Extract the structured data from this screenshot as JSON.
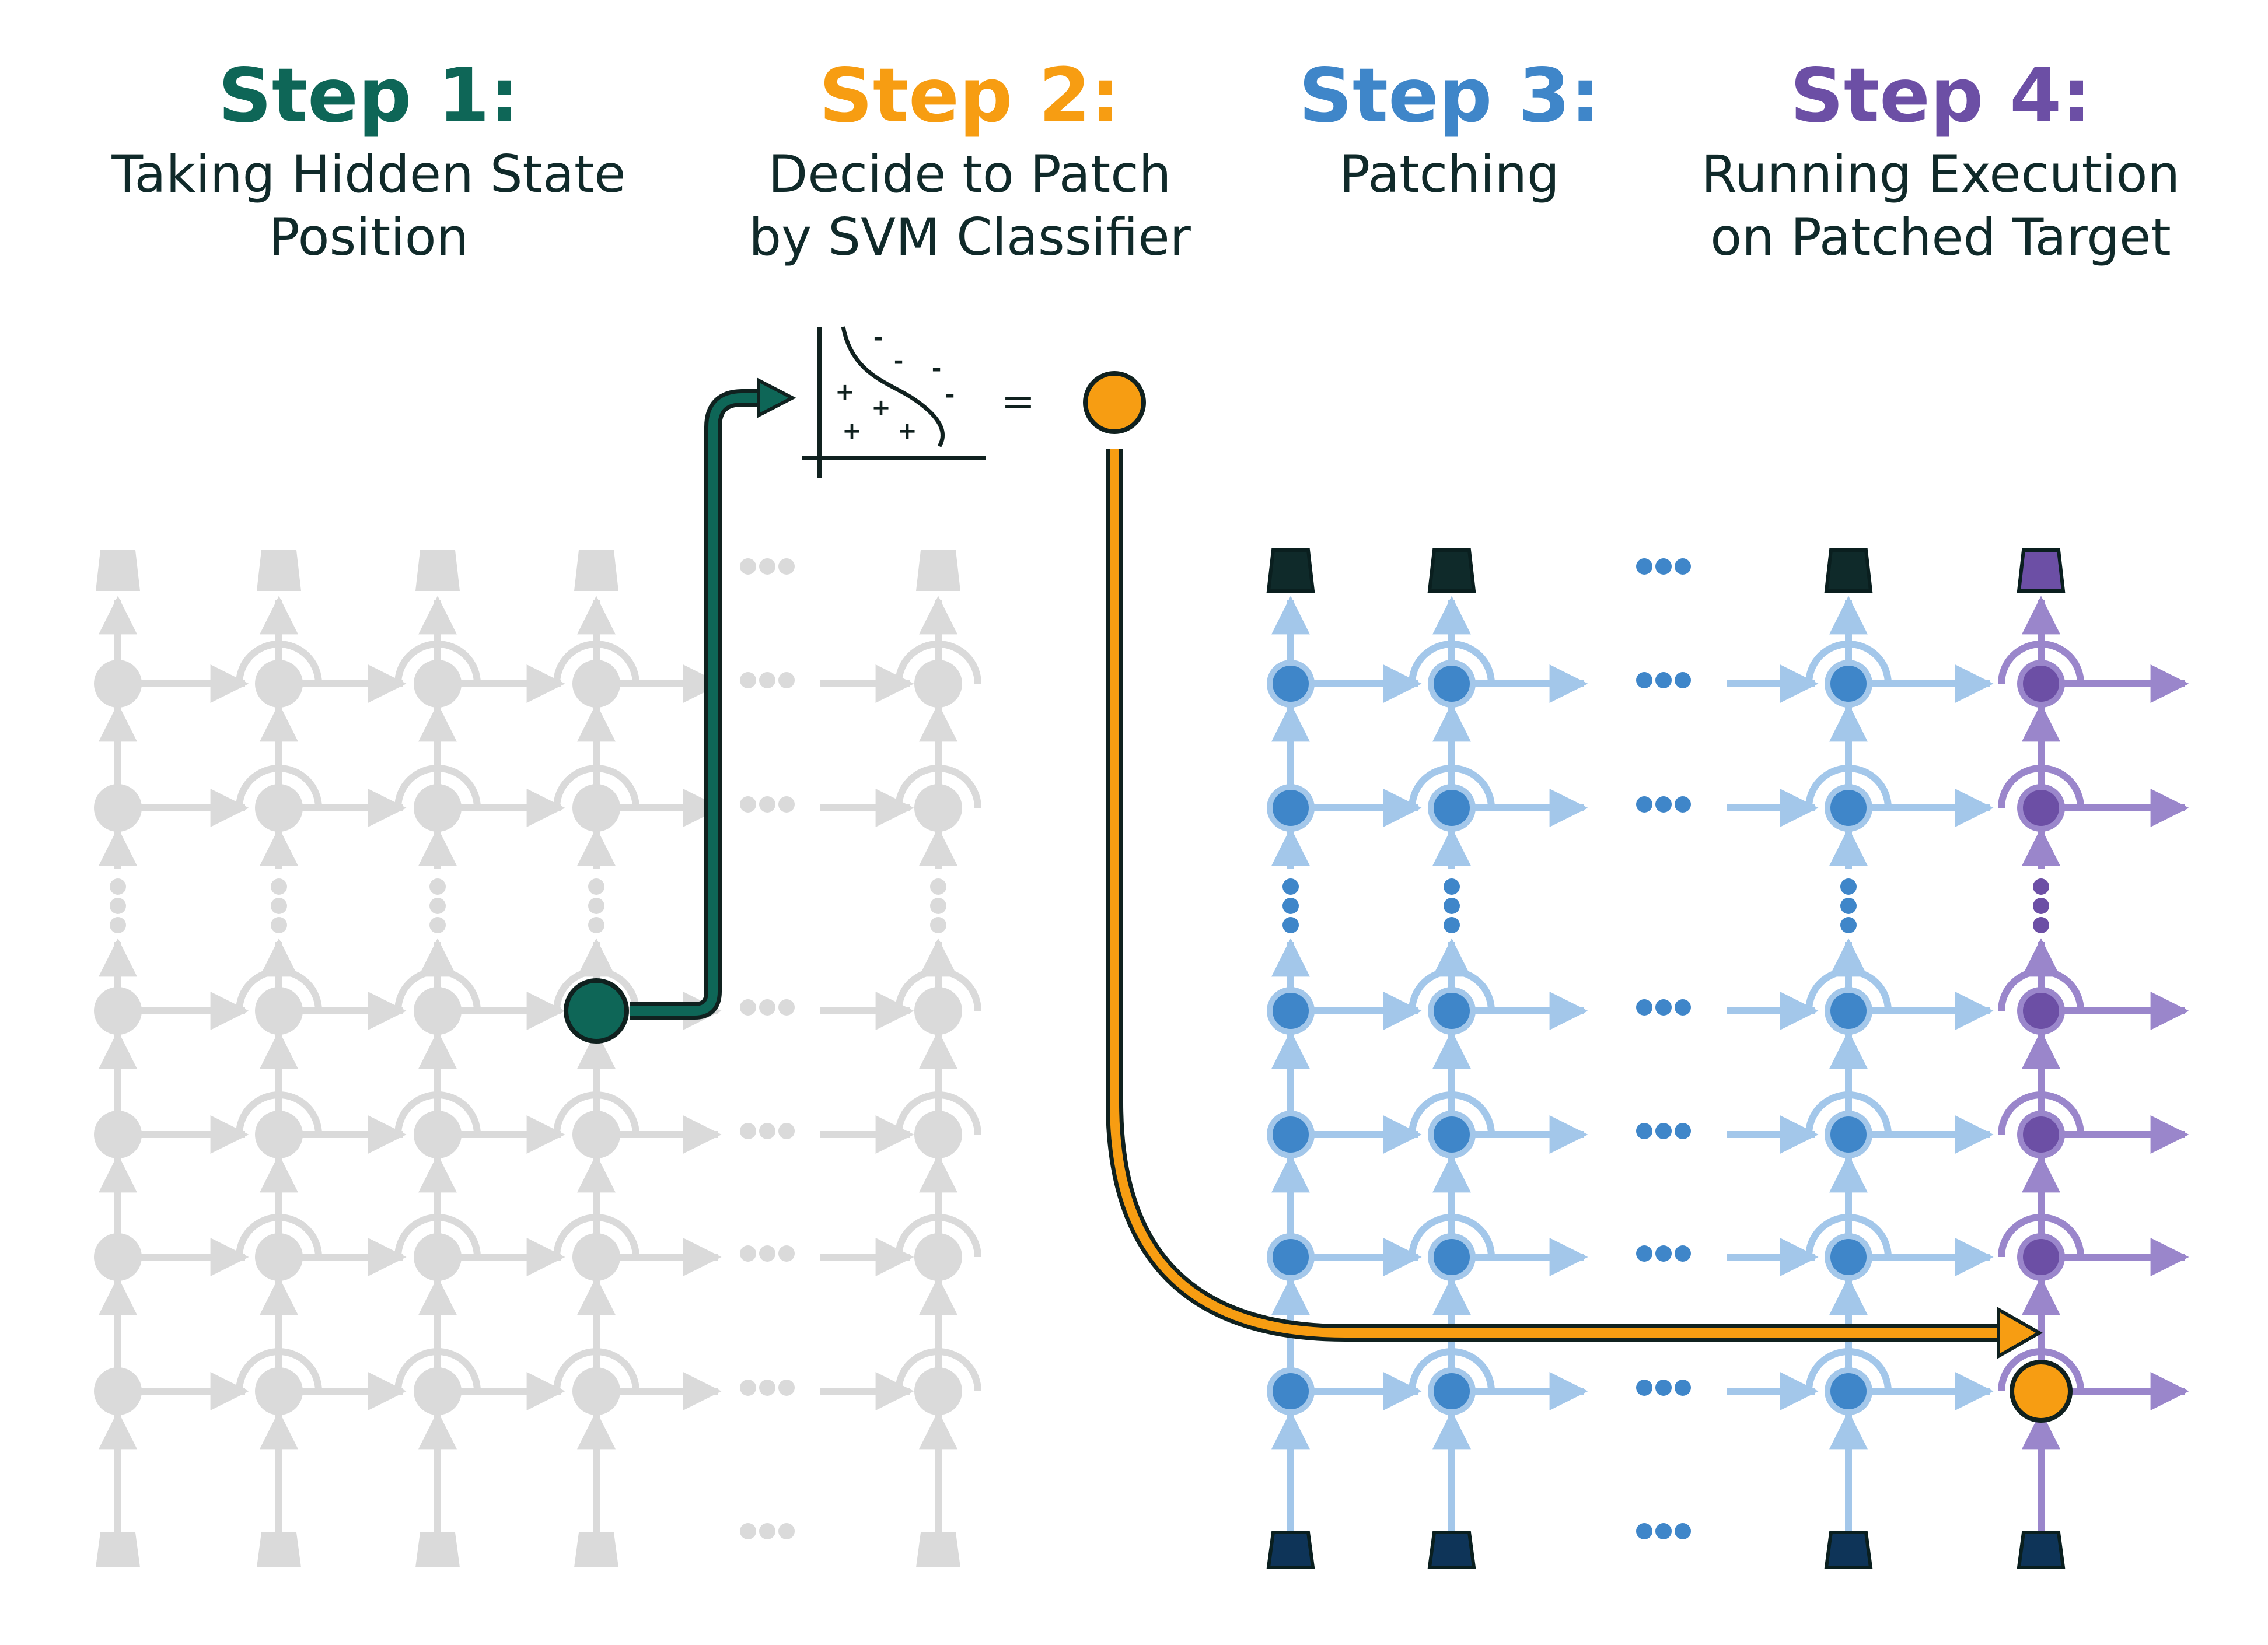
{
  "colors": {
    "green": "#0e6657",
    "orange": "#f79d12",
    "blue": "#3f86c9",
    "blue_light": "#a3c7ea",
    "purple": "#6c4fa5",
    "purple_light": "#9a86cb",
    "gray": "#dadada",
    "navy": "#0e3458",
    "dark_teal": "#0f2a2a",
    "text": "#102a2a"
  },
  "steps": [
    {
      "title": "Step 1:",
      "lines": [
        "Taking Hidden State",
        "Position"
      ],
      "color": "#0e6657"
    },
    {
      "title": "Step 2:",
      "lines": [
        "Decide to Patch",
        "by SVM Classifier"
      ],
      "color": "#f79d12"
    },
    {
      "title": "Step 3:",
      "lines": [
        "Patching"
      ],
      "color": "#3f86c9"
    },
    {
      "title": "Step 4:",
      "lines": [
        "Running Execution",
        "on Patched Target"
      ],
      "color": "#6c4fa5"
    }
  ],
  "svm": {
    "equals": "=",
    "plus": "+",
    "minus": "-"
  },
  "icons": [
    "chart-icon",
    "ellipsis-icon",
    "arrow-icon"
  ]
}
